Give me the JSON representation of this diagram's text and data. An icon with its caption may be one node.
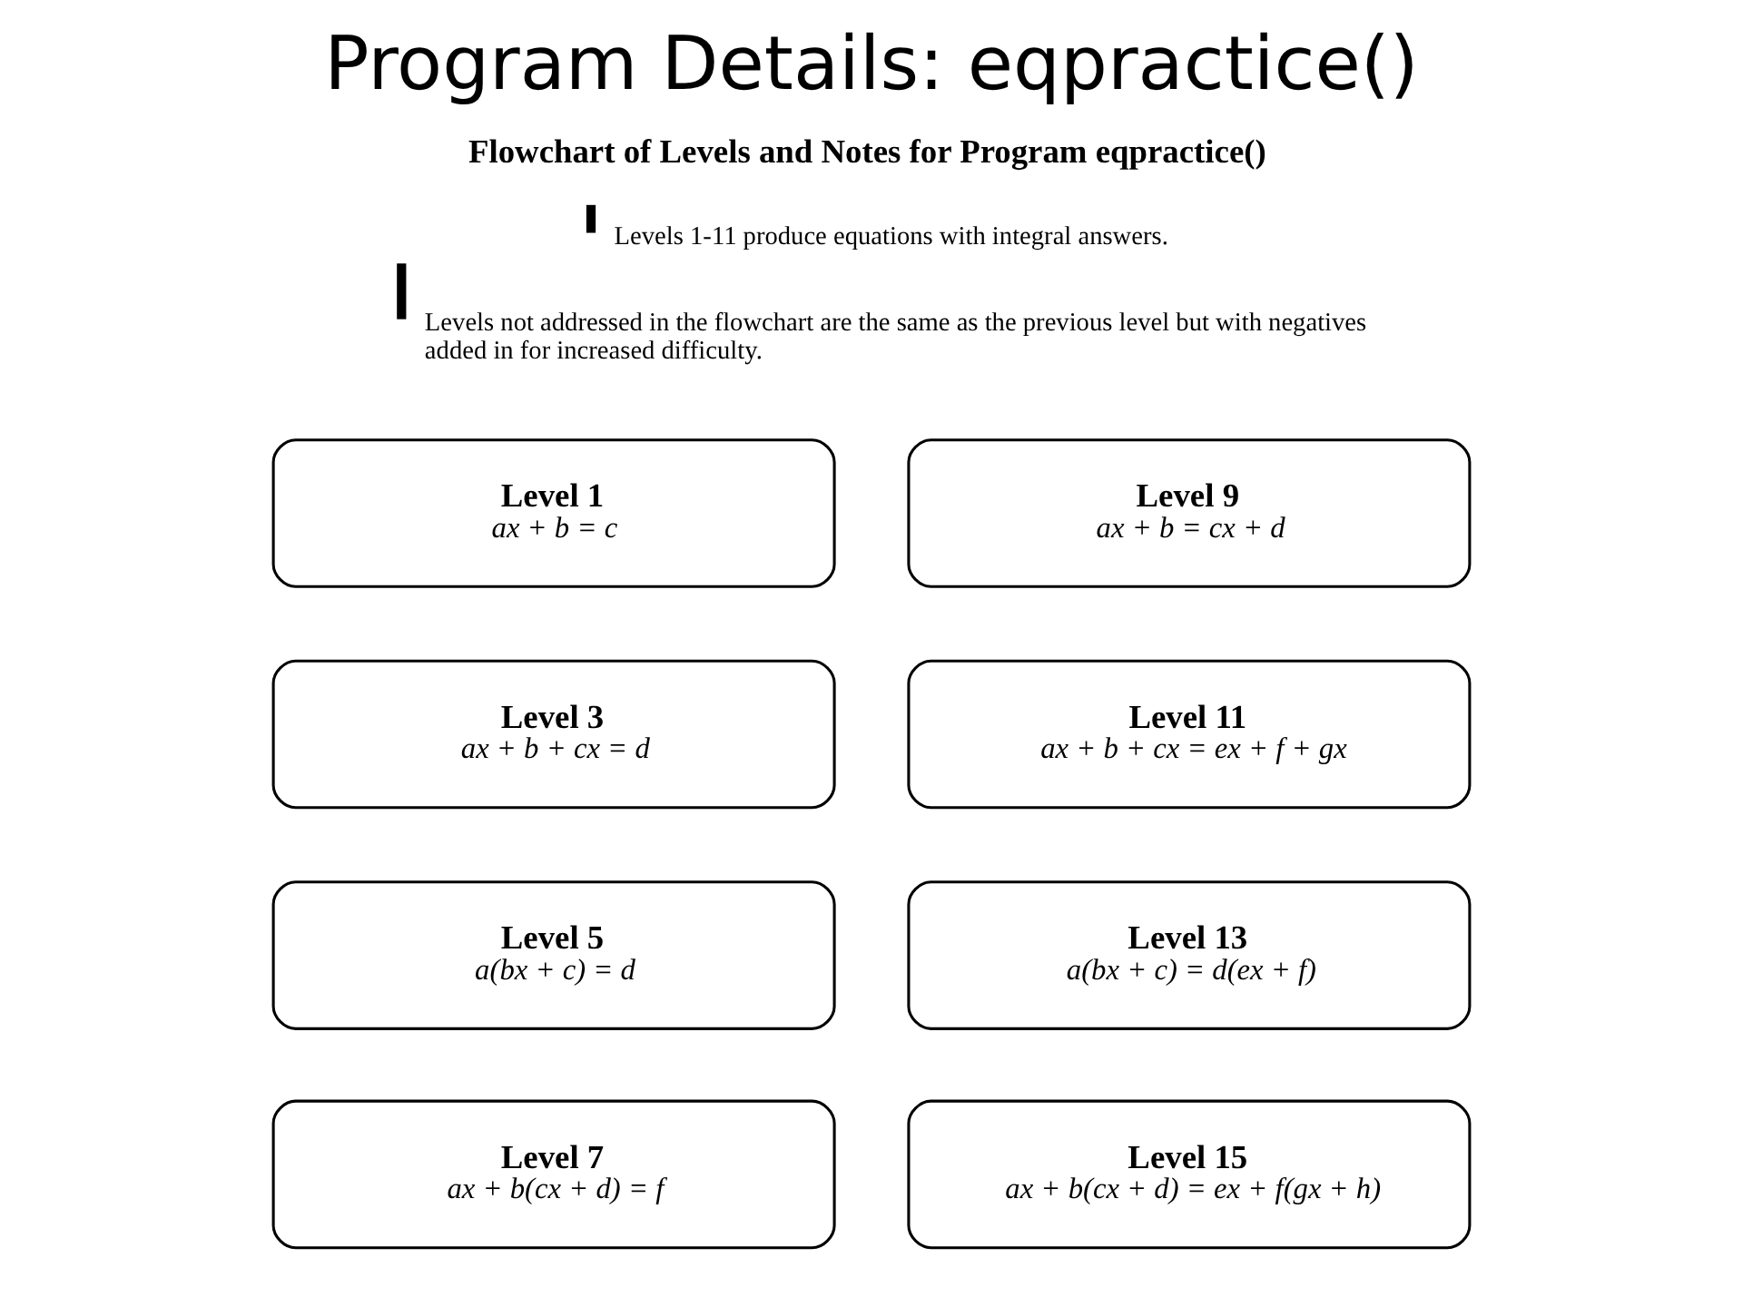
{
  "diagram": {
    "title": "Program Details: eqpractice()",
    "nodes": [
      {
        "text": [
          "Level 1",
          "ax + b = c"
        ]
      },
      {
        "text": [
          "Level 3",
          "ax + b + cx = d"
        ]
      },
      {
        "text": [
          "Level 5",
          "a(bx + c) = d"
        ]
      },
      {
        "text": [
          "Level 7",
          "ax + b(cx + d) = f"
        ]
      },
      {
        "text": [
          "Level 9",
          "ax + b = cx + d"
        ]
      },
      {
        "text": [
          "Level 11",
          "ax + b + cx = ex + f + gx"
        ]
      },
      {
        "text": [
          "Level 13",
          "a(bx + c) = d(ex + f)"
        ]
      },
      {
        "text": [
          "Level 15",
          "ax + b(cx + d) = ex + f(gx + h)"
        ]
      }
    ],
    "edges": [],
    "labels": [
      "Flowchart of Levels and Notes for Program eqpractice()",
      "Levels 1-11 produce equations with integral answers.",
      "Levels not addressed in the flowchart are the same as the previous level but with negatives added in for increased difficulty."
    ]
  }
}
